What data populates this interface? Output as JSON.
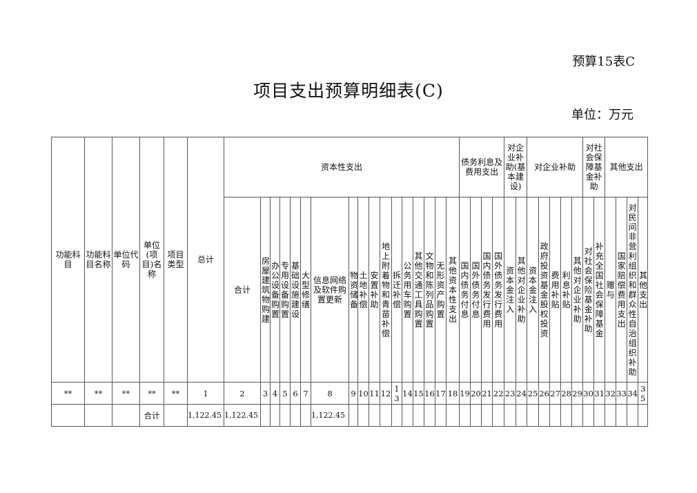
{
  "form_no": "预算15表C",
  "title": "项目支出预算明细表(C)",
  "unit": "单位：万元",
  "left_headers": [
    "功能科目",
    "功能科目名称",
    "单位代码",
    "单位(项目)名称",
    "项目类型",
    "总计"
  ],
  "groups": [
    {
      "label": "资本性支出",
      "span": 17
    },
    {
      "label": "债务利息及费用支出",
      "span": 4
    },
    {
      "label": "对企业补助(基本建设)",
      "span": 2
    },
    {
      "label": "对企业补助",
      "span": 5
    },
    {
      "label": "对社会保障基金补助",
      "span": 2
    },
    {
      "label": "其他支出",
      "span": 4
    }
  ],
  "columns": [
    "合计",
    "房屋建筑物购建",
    "办公设备购置",
    "专用设备购置",
    "基础设施建设",
    "大型修缮",
    "信息网络及软件购置更新",
    "物资储备",
    "土地补偿",
    "安置补助",
    "地上附着物和青苗补偿",
    "拆迁补偿",
    "公务用车购置",
    "其他交通工具购置",
    "文物和陈列品购置",
    "无形资产购置",
    "其他资本性支出",
    "国内债务付息",
    "国外债务付息",
    "国内债务发行费用",
    "国外债务发行费用",
    "资本金注入",
    "其他对企业补助",
    "资本金注入",
    "政府投资基金股权投资",
    "费用补贴",
    "利息补贴",
    "其他对企业补助",
    "对社会保险基金补助",
    "补充全国社会保障基金",
    "赠与",
    "国家赔偿费用支出",
    "对民间非营利组织和群众性自治组织补助",
    "其他支出"
  ],
  "index_row": [
    "**",
    "**",
    "**",
    "**",
    "**",
    "1",
    "2",
    "3",
    "4",
    "5",
    "6",
    "7",
    "8",
    "9",
    "10",
    "11",
    "12",
    "13",
    "14",
    "15",
    "16",
    "17",
    "18",
    "19",
    "20",
    "21",
    "22",
    "23",
    "24",
    "25",
    "26",
    "27",
    "28",
    "29",
    "30",
    "31",
    "32",
    "33",
    "34",
    "35"
  ],
  "total_row": [
    "",
    "",
    "",
    "合计",
    "",
    "1,122.45",
    "1,122.45",
    "",
    "",
    "",
    "",
    "",
    "1,122.45",
    "",
    "",
    "",
    "",
    "",
    "",
    "",
    "",
    "",
    "",
    "",
    "",
    "",
    "",
    "",
    "",
    "",
    "",
    "",
    "",
    "",
    "",
    "",
    "",
    "",
    "",
    ""
  ]
}
